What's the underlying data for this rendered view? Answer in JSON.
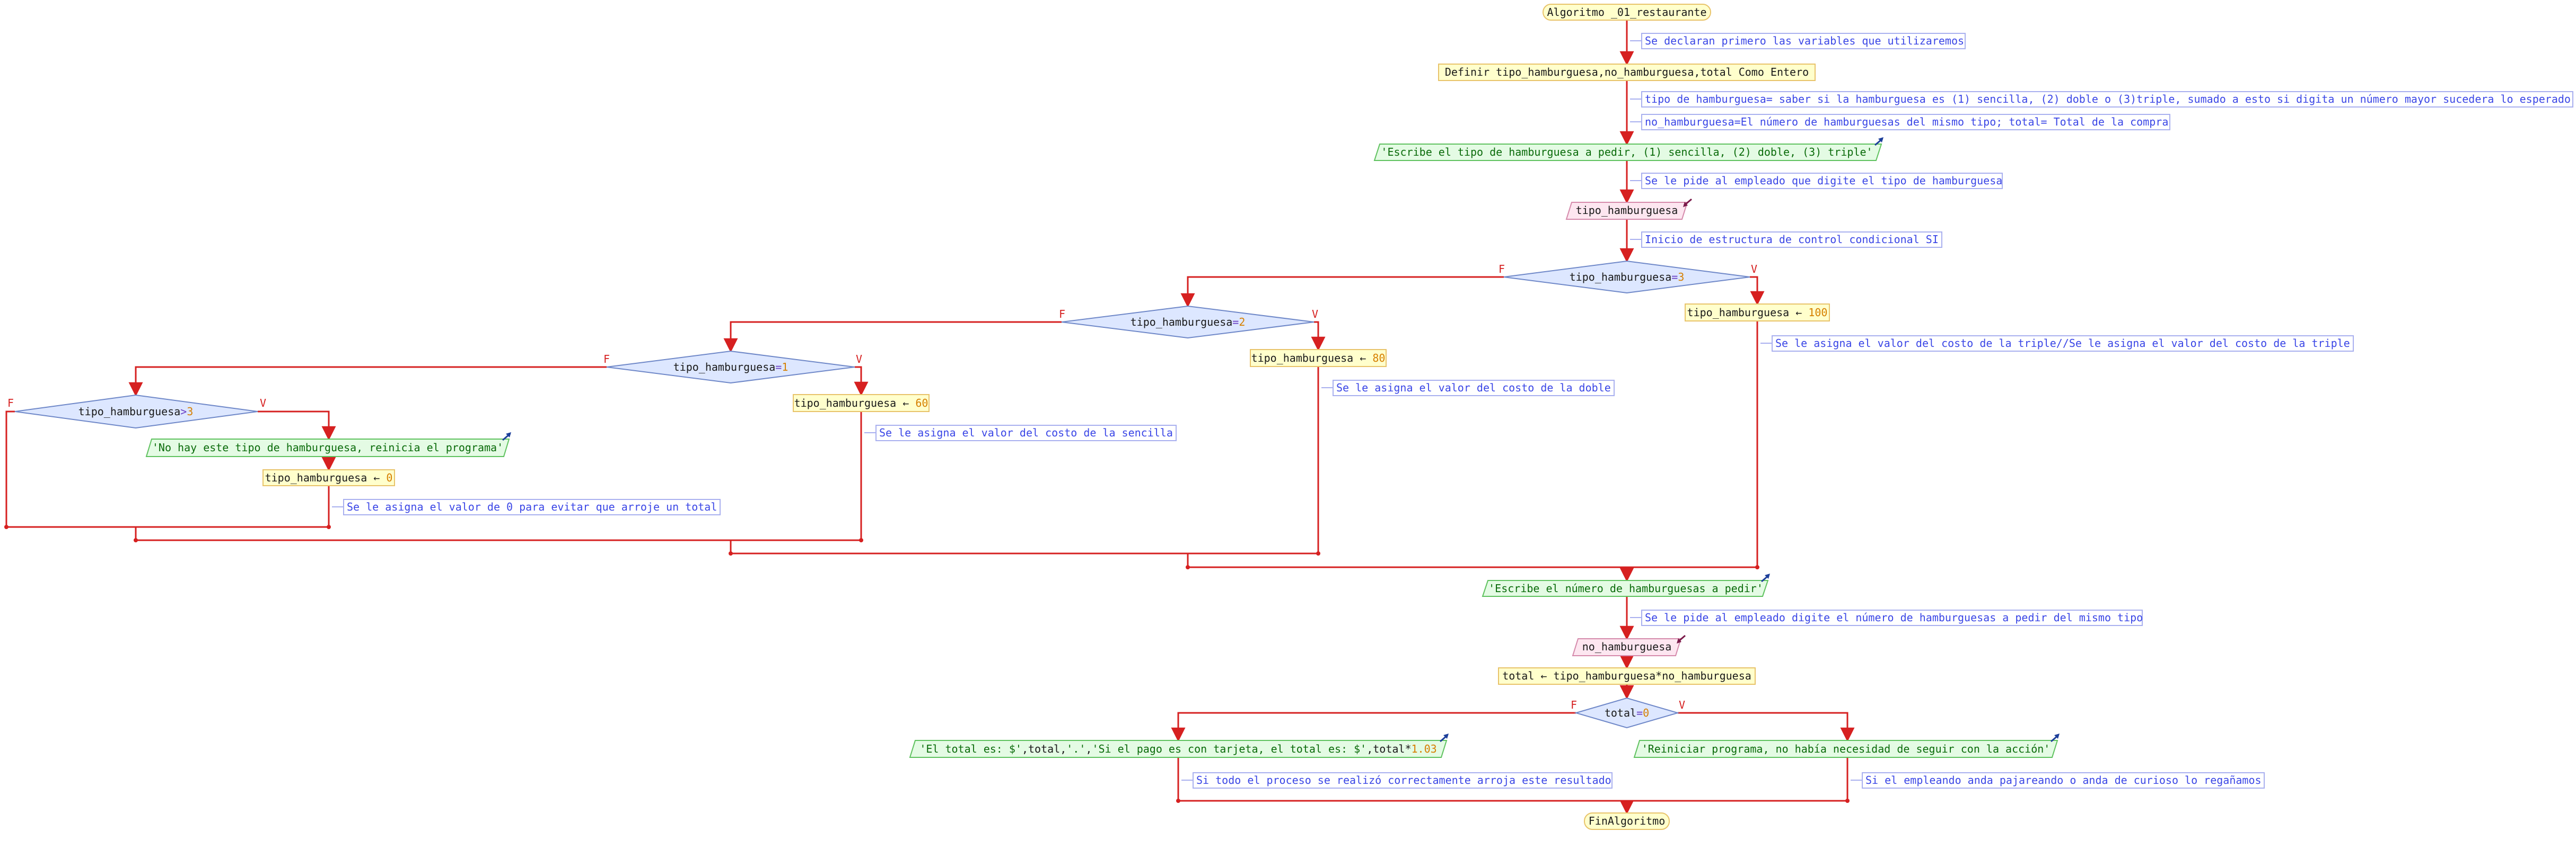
{
  "colors": {
    "line": "#d62020",
    "process_fill": "#ffffcc",
    "process_stroke": "#e8c36a",
    "io_out_fill": "#e4fbe4",
    "io_out_stroke": "#5fc25f",
    "io_in_fill": "#fde6f0",
    "io_in_stroke": "#d58aab",
    "decision_fill": "#dde7ff",
    "decision_stroke": "#6f88c8",
    "comment_text": "#3a46e6",
    "comment_stroke": "#a9b0ef",
    "string_text": "#0a6b0a",
    "number_text": "#d67f00",
    "op_text": "#6a3fc4"
  },
  "nodes": {
    "start": "Algoritmo _01_restaurante",
    "define": "Definir tipo_hamburguesa,no_hamburguesa,total Como Entero",
    "write1": "'Escribe el tipo de hamburguesa a pedir, (1) sencilla, (2) doble, (3) triple'",
    "read1": "tipo_hamburguesa",
    "dec3_var": "tipo_hamburguesa",
    "dec3_op": "=",
    "dec3_num": "3",
    "dec2_var": "tipo_hamburguesa",
    "dec2_op": "=",
    "dec2_num": "2",
    "dec1_var": "tipo_hamburguesa",
    "dec1_op": "=",
    "dec1_num": "1",
    "dec0_var": "tipo_hamburguesa",
    "dec0_op": ">",
    "dec0_num": "3",
    "assign100_var": "tipo_hamburguesa",
    "assign100_op": " ← ",
    "assign100_num": "100",
    "assign80_var": "tipo_hamburguesa",
    "assign80_op": " ← ",
    "assign80_num": "80",
    "assign60_var": "tipo_hamburguesa",
    "assign60_op": " ← ",
    "assign60_num": "60",
    "assign0_var": "tipo_hamburguesa",
    "assign0_op": " ← ",
    "assign0_num": "0",
    "write_nohay": "'No hay este tipo de hamburguesa, reinicia el programa'",
    "write2": "'Escribe el número de hamburguesas a pedir'",
    "read2": "no_hamburguesa",
    "total_calc": "total ← tipo_hamburguesa*no_hamburguesa",
    "dec_total_var": "total",
    "dec_total_op": "=",
    "dec_total_num": "0",
    "write_total_a": "'El total es: $'",
    "write_total_b": ",total,",
    "write_total_c": "'.'",
    "write_total_d": ",",
    "write_total_e": "'Si el pago es con tarjeta, el total es: $'",
    "write_total_f": ",total*",
    "write_total_g": "1.03",
    "write_reiniciar": "'Reiniciar programa, no había necesidad de seguir con la acción'",
    "end": "FinAlgoritmo"
  },
  "comments": {
    "c1": "Se declaran primero las variables que utilizaremos",
    "c2": "tipo de hamburguesa= saber si la hamburguesa es (1) sencilla, (2) doble o (3)triple, sumado a esto si digita un número mayor sucedera lo esperado",
    "c3": "no_hamburguesa=El número de hamburguesas del mismo tipo; total= Total de la compra",
    "c4": "Se le pide al empleado que digite el tipo de hamburguesa",
    "c5": "Inicio de estructura de control condicional SI",
    "c6": "Se le asigna el valor del costo de la triple//Se le asigna el valor del costo de la triple",
    "c7": "Se le asigna el valor del costo de la doble",
    "c8": "Se le asigna el valor del costo de la sencilla",
    "c9": "Se le asigna el valor de 0 para evitar que arroje un total",
    "c10": "Se le pide al empleado digite el número de hamburguesas a pedir del mismo tipo",
    "c11": "Si todo el proceso se realizó correctamente arroja este resultado",
    "c12": "Si el empleando anda pajareando o anda de curioso lo regañamos"
  },
  "branch": {
    "false": "F",
    "true": "V"
  }
}
